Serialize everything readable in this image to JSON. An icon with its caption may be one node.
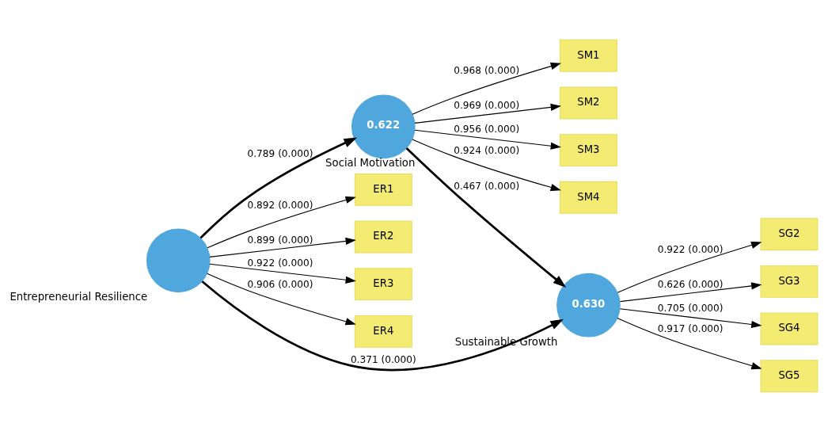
{
  "diagram": {
    "nodes": [
      {
        "text": [
          "SM1"
        ]
      },
      {
        "text": [
          "SM2"
        ]
      },
      {
        "text": [
          "SM3"
        ]
      },
      {
        "text": [
          "SM4"
        ]
      },
      {
        "text": [
          "0.622"
        ],
        "beside": [
          "Social Motivation"
        ]
      },
      {
        "text": [
          "ER1"
        ]
      },
      {
        "text": [
          "ER2"
        ]
      },
      {
        "text": [
          "ER3"
        ]
      },
      {
        "text": [
          "ER4"
        ]
      },
      {
        "text": [],
        "shape": "circle",
        "beside": [
          "Entrepreneurial Resilience"
        ]
      },
      {
        "text": [
          "0.630"
        ],
        "beside": [
          "Sustainable Growth"
        ]
      },
      {
        "text": [
          "SG2"
        ]
      },
      {
        "text": [
          "SG3"
        ]
      },
      {
        "text": [
          "SG4"
        ]
      },
      {
        "text": [
          "SG5"
        ]
      }
    ],
    "edges": [
      {
        "from": 4,
        "to": 0,
        "arrow": "to",
        "label": "0.968 (0.000)"
      },
      {
        "from": 4,
        "to": 1,
        "arrow": "to",
        "label": "0.969 (0.000)"
      },
      {
        "from": 4,
        "to": 2,
        "arrow": "to",
        "label": "0.956 (0.000)"
      },
      {
        "from": 4,
        "to": 3,
        "arrow": "to",
        "label": "0.924 (0.000)"
      },
      {
        "from": 9,
        "to": 5,
        "arrow": "to",
        "label": "0.892 (0.000)"
      },
      {
        "from": 9,
        "to": 6,
        "arrow": "to",
        "label": "0.899 (0.000)"
      },
      {
        "from": 9,
        "to": 7,
        "arrow": "to",
        "label": "0.922 (0.000)"
      },
      {
        "from": 9,
        "to": 8,
        "arrow": "to",
        "label": "0.906 (0.000)"
      },
      {
        "from": 9,
        "to": 4,
        "arrow": "to",
        "label": "0.789 (0.000)",
        "style": "thick"
      },
      {
        "from": 4,
        "to": 10,
        "arrow": "to",
        "label": "0.467 (0.000)",
        "style": "thick"
      },
      {
        "from": 9,
        "to": 10,
        "arrow": "to",
        "label": "0.371 (0.000)",
        "style": "thick"
      },
      {
        "from": 10,
        "to": 11,
        "arrow": "to",
        "label": "0.922 (0.000)"
      },
      {
        "from": 10,
        "to": 12,
        "arrow": "to",
        "label": "0.626 (0.000)"
      },
      {
        "from": 10,
        "to": 13,
        "arrow": "to",
        "label": "0.705 (0.000)"
      },
      {
        "from": 10,
        "to": 14,
        "arrow": "to",
        "label": "0.917 (0.000)"
      }
    ]
  }
}
